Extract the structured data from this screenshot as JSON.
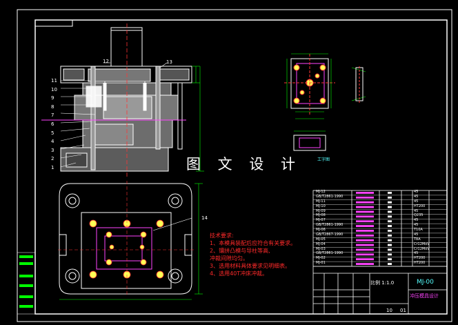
{
  "watermark": "图 文 设 计",
  "part_numbers_left": [
    "11",
    "10",
    "9",
    "8",
    "7",
    "6",
    "5",
    "4",
    "3",
    "2",
    "1"
  ],
  "part_numbers_top": [
    "12",
    "13"
  ],
  "part_number_plan": "14",
  "view_label": "工字图",
  "tech_req": {
    "title": "技术要求:",
    "lines": [
      "1、本模具装配后应符合有关要求。",
      "2、镶拼凸模与导柱等高,",
      "   冲裁间隙均匀。",
      "3、选用材料具体要求见明细表。",
      "4、选用40T冲床冲裁。"
    ]
  },
  "title_block": {
    "scale": "比例 1:1.0",
    "part_name": "冲压模具设计",
    "drawing_no": "MJ-00",
    "page_left": "10",
    "page_right": "01"
  },
  "bom_codes": [
    "MJ-12",
    "GB/T2861-1990",
    "MJ-11",
    "MJ-10",
    "MJ-09",
    "MJ-08",
    "MJ-07",
    "GB/T2861-1990",
    "MJ-06",
    "GB/T2867-1990",
    "MJ-05",
    "MJ-04",
    "MJ-03",
    "GB/T2861-1990",
    "MJ-02",
    "MJ-01"
  ],
  "bom_materials": [
    "45",
    "45",
    "45",
    "HT200",
    "45",
    "Q235",
    "45",
    "45",
    "T10A",
    "45",
    "T8A",
    "Cr12MoV",
    "Cr12MoV",
    "45",
    "HT200",
    "HT200"
  ],
  "colors": {
    "frame": "#ffffff",
    "dim": "#00ff00",
    "note": "#ff2a2a",
    "cyan": "#55ffff",
    "magenta": "#ff44ff",
    "yellow": "#ffff55"
  }
}
